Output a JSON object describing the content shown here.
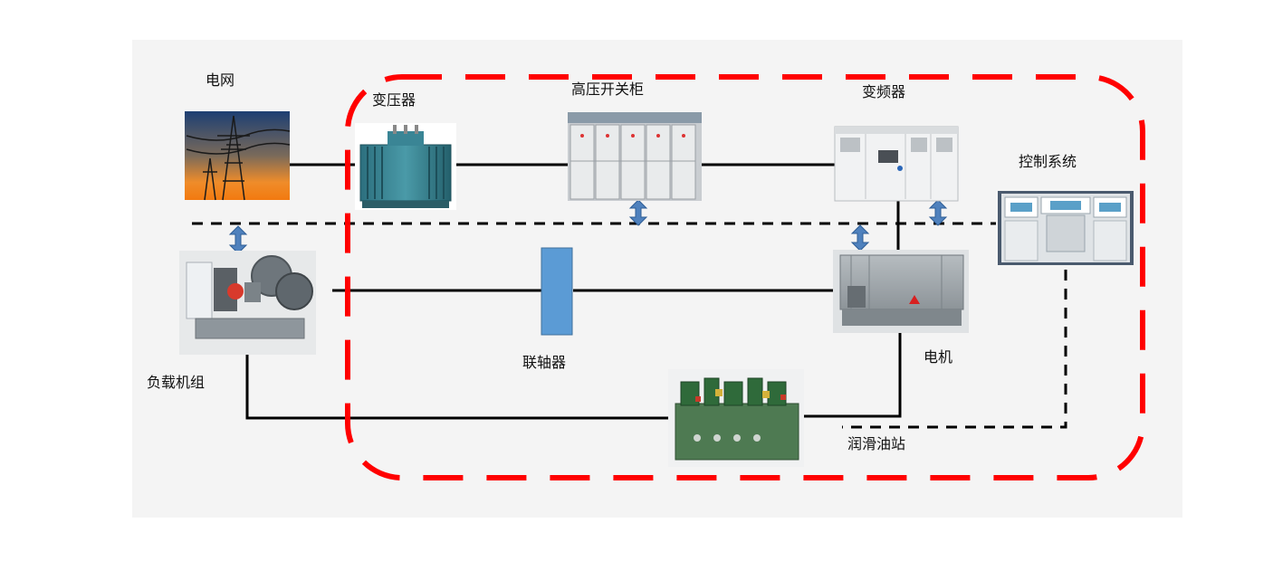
{
  "labels": {
    "grid": "电网",
    "transformer": "变压器",
    "hv_switchgear": "高压开关柜",
    "vfd": "变频器",
    "control_system": "控制系统",
    "load_unit": "负载机组",
    "coupling": "联轴器",
    "motor": "电机",
    "lube_station": "润滑油站"
  },
  "colors": {
    "boundary": "#ff0000",
    "coupling_fill": "#5b9bd5",
    "arrow": "#4f81bd",
    "line": "#000000"
  },
  "icons": {
    "grid": "power-tower-icon",
    "transformer": "transformer-icon",
    "hv_switchgear": "switchgear-icon",
    "vfd": "vfd-cabinet-icon",
    "control_system": "control-console-icon",
    "load_unit": "load-machine-icon",
    "motor": "motor-icon",
    "lube_station": "lube-station-icon"
  }
}
